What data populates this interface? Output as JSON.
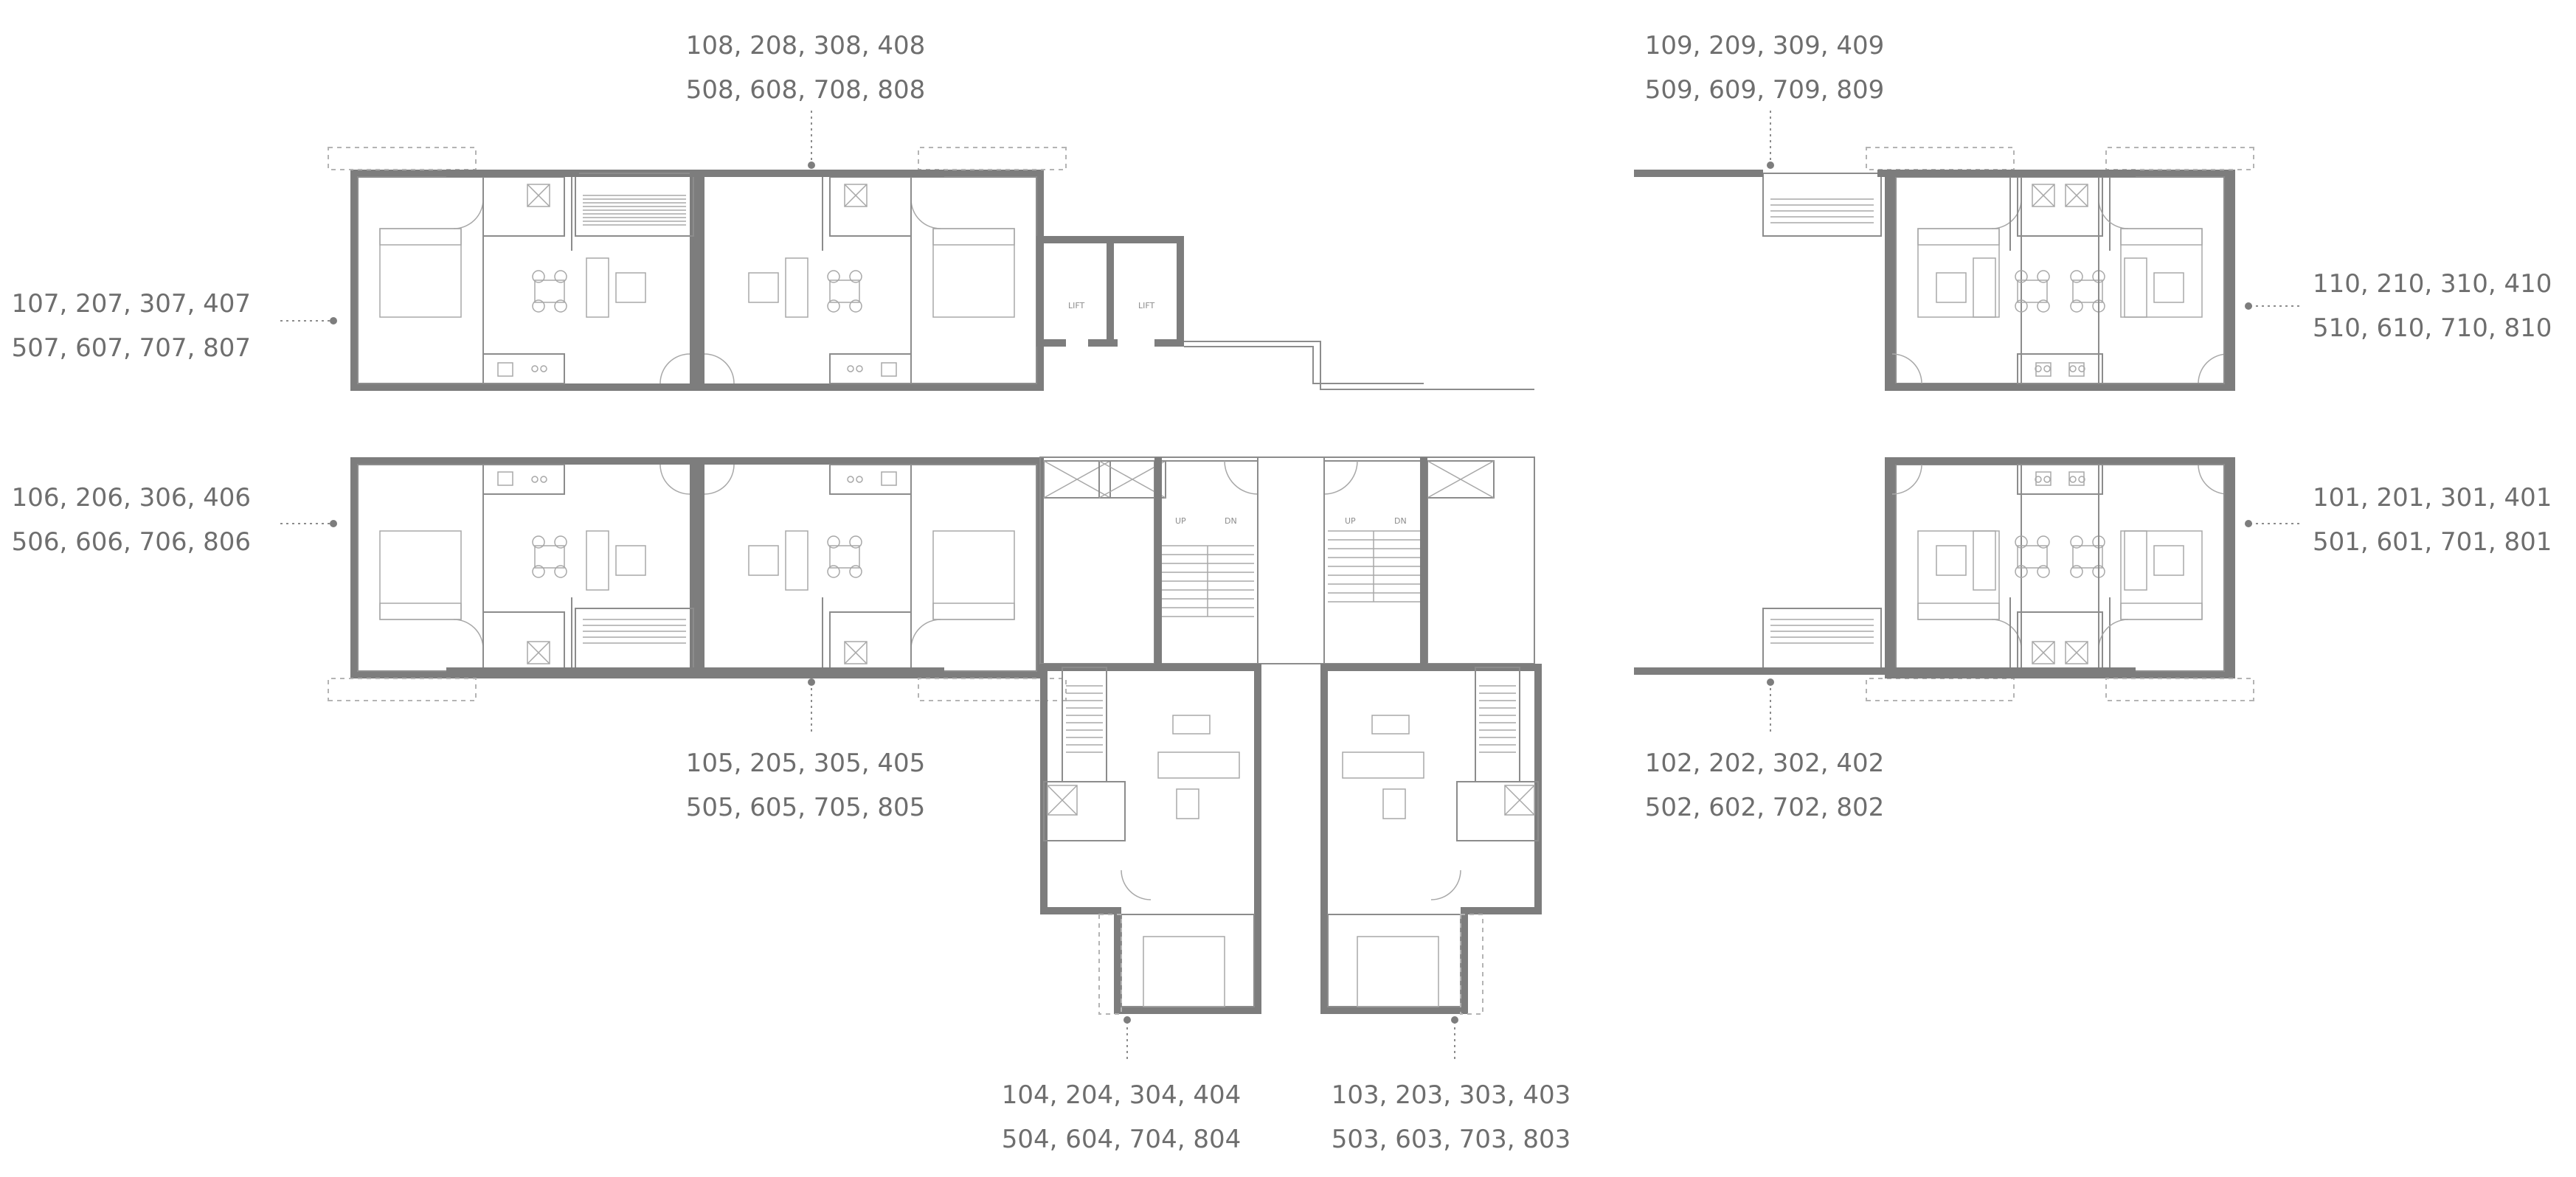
{
  "units": [
    {
      "id": "u108",
      "line1": "108, 208, 308, 408",
      "line2": "508, 608, 708, 808"
    },
    {
      "id": "u109",
      "line1": "109, 209, 309, 409",
      "line2": "509, 609, 709, 809"
    },
    {
      "id": "u107",
      "line1": "107, 207, 307, 407",
      "line2": "507, 607, 707, 807"
    },
    {
      "id": "u110",
      "line1": "110, 210, 310, 410",
      "line2": "510, 610, 710, 810"
    },
    {
      "id": "u106",
      "line1": "106, 206, 306, 406",
      "line2": "506, 606, 706, 806"
    },
    {
      "id": "u101",
      "line1": "101, 201, 301, 401",
      "line2": "501, 601, 701, 801"
    },
    {
      "id": "u105",
      "line1": "105, 205, 305, 405",
      "line2": "505, 605, 705, 805"
    },
    {
      "id": "u102",
      "line1": "102, 202, 302, 402",
      "line2": "502, 602, 702, 802"
    },
    {
      "id": "u104",
      "line1": "104, 204, 304, 404",
      "line2": "504, 604, 704, 804"
    },
    {
      "id": "u103",
      "line1": "103, 203, 303, 403",
      "line2": "503, 603, 703, 803"
    }
  ],
  "plan_text": {
    "lift": "LIFT",
    "up": "UP",
    "dn": "DN"
  },
  "colors": {
    "wall": "#7d7d7d",
    "line": "#8c8c8c",
    "text": "#6e6e6e",
    "background": "#ffffff"
  }
}
